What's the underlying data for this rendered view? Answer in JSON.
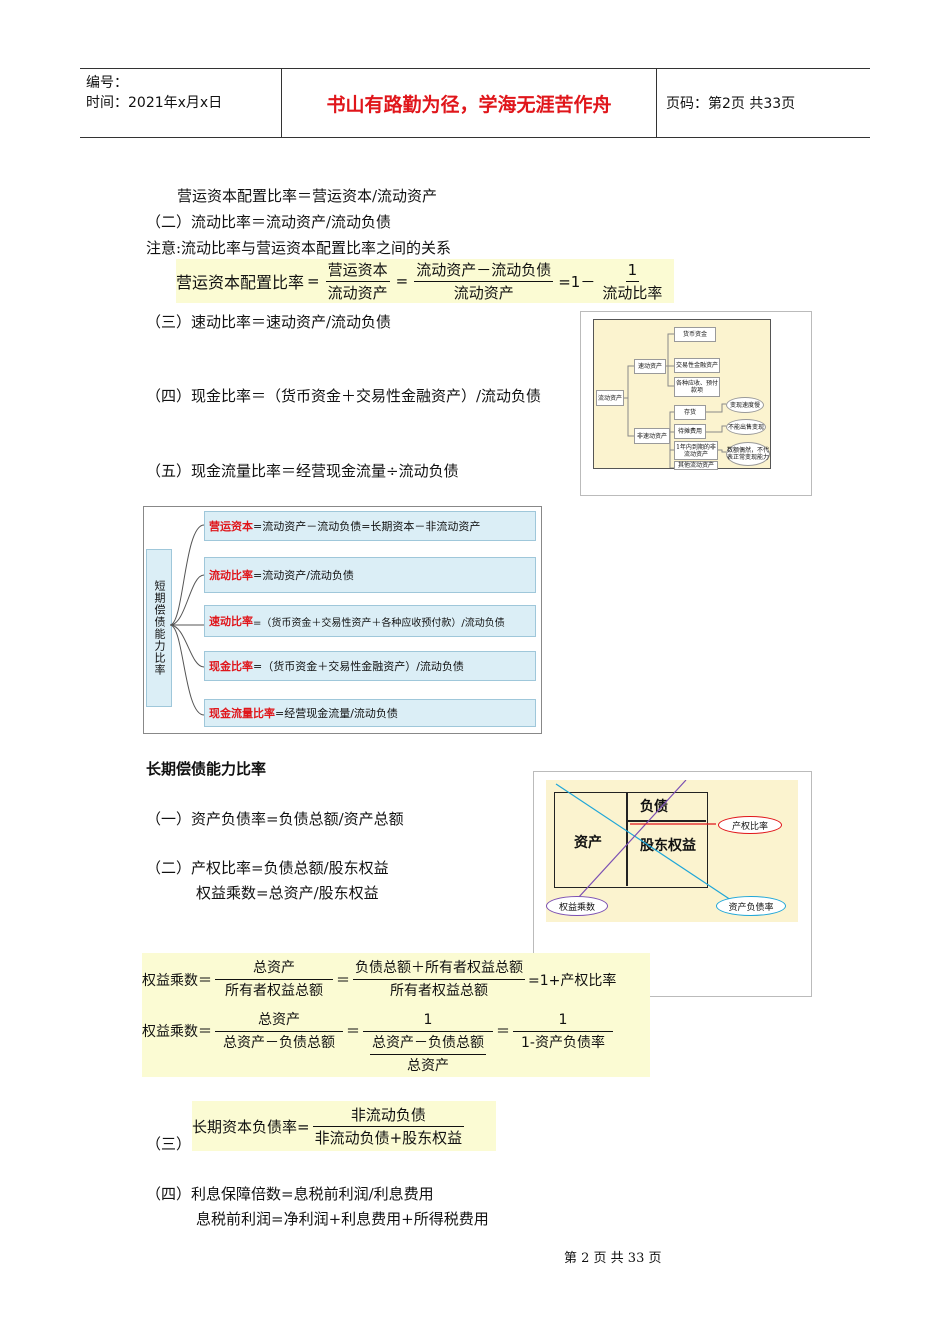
{
  "header": {
    "serial_label": "编号：",
    "time_label": "时间：2021年x月x日",
    "motto": "书山有路勤为径，学海无涯苦作舟",
    "page_info": "页码：第2页  共33页"
  },
  "body": {
    "l1": "营运资本配置比率＝营运资本/流动资产",
    "l2": "（二）流动比率＝流动资产/流动负债",
    "l3": "注意:流动比率与营运资本配置比率之间的关系",
    "l4": "（三）速动比率＝速动资产/流动负债",
    "l5": "（四）现金比率＝（货币资金＋交易性金融资产）/流动负债",
    "l6": "（五）现金流量比率＝经营现金流量÷流动负债",
    "section_title": "长期偿债能力比率",
    "l7": "（一）资产负债率=负债总额/资产总额",
    "l8": "（二）产权比率=负债总额/股东权益",
    "l9": "权益乘数=总资产/股东权益",
    "l10": "（三）",
    "l11": "（四）利息保障倍数=息税前利润/利息费用",
    "l12": "息税前利润=净利润+利息费用+所得税费用"
  },
  "formula1": {
    "lhs": "营运资本配置比率",
    "eq": "=",
    "f1_num": "营运资本",
    "f1_den": "流动资产",
    "f2_num": "流动资产－流动负债",
    "f2_den": "流动资产",
    "mid": "=1－",
    "f3_num": "1",
    "f3_den": "流动比率"
  },
  "mindmap": {
    "root": "流动资产",
    "a": "速动资产",
    "b": "非速动资产",
    "a1": "货币资金",
    "a2": "交易性金融资产",
    "a3": "各种应收、预付款项",
    "b1": "存货",
    "b2": "待摊费用",
    "b3": "1年内到期的非流动资产",
    "b4": "其他流动资产",
    "n1": "变现速度慢",
    "n2": "不能出售变现",
    "n3": "数额偶然，不代表正常变现能力"
  },
  "short_debt": {
    "side": "短期偿债能力比率",
    "rows": [
      {
        "key": "营运资本",
        "rest": "=流动资产－流动负债=长期资本－非流动资产"
      },
      {
        "key": "流动比率",
        "rest": "=流动资产/流动负债"
      },
      {
        "key": "速动比率",
        "rest": "=（货币资金＋交易性资产＋各种应收预付款）/流动负债"
      },
      {
        "key": "现金比率",
        "rest": "=（货币资金＋交易性金融资产）/流动负债"
      },
      {
        "key": "现金流量比率",
        "rest": "=经营现金流量/流动负债"
      }
    ]
  },
  "balance": {
    "assets": "资产",
    "liabilities": "负债",
    "equity": "股东权益",
    "equity_ratio": "产权比率",
    "equity_multiplier": "权益乘数",
    "debt_ratio": "资产负债率"
  },
  "formula2": {
    "r1_lhs": "权益乘数＝",
    "r1_f1_num": "总资产",
    "r1_f1_den": "所有者权益总额",
    "r1_eq": "＝",
    "r1_f2_num": "负债总额＋所有者权益总额",
    "r1_f2_den": "所有者权益总额",
    "r1_tail": "=1+产权比率",
    "r2_lhs": "权益乘数＝",
    "r2_f1_num": "总资产",
    "r2_f1_den": "总资产－负债总额",
    "r2_eq": "＝",
    "r2_f2_num": "1",
    "r2_f2_den_num": "总资产－负债总额",
    "r2_f2_den_den": "总资产",
    "r2_eq2": "＝",
    "r2_f3_num": "1",
    "r2_f3_den": "1-资产负债率"
  },
  "formula3": {
    "lhs": "长期资本负债率=",
    "num": "非流动负债",
    "den": "非流动负债+股东权益"
  },
  "footer": {
    "text": "第 2 页 共 33 页"
  }
}
